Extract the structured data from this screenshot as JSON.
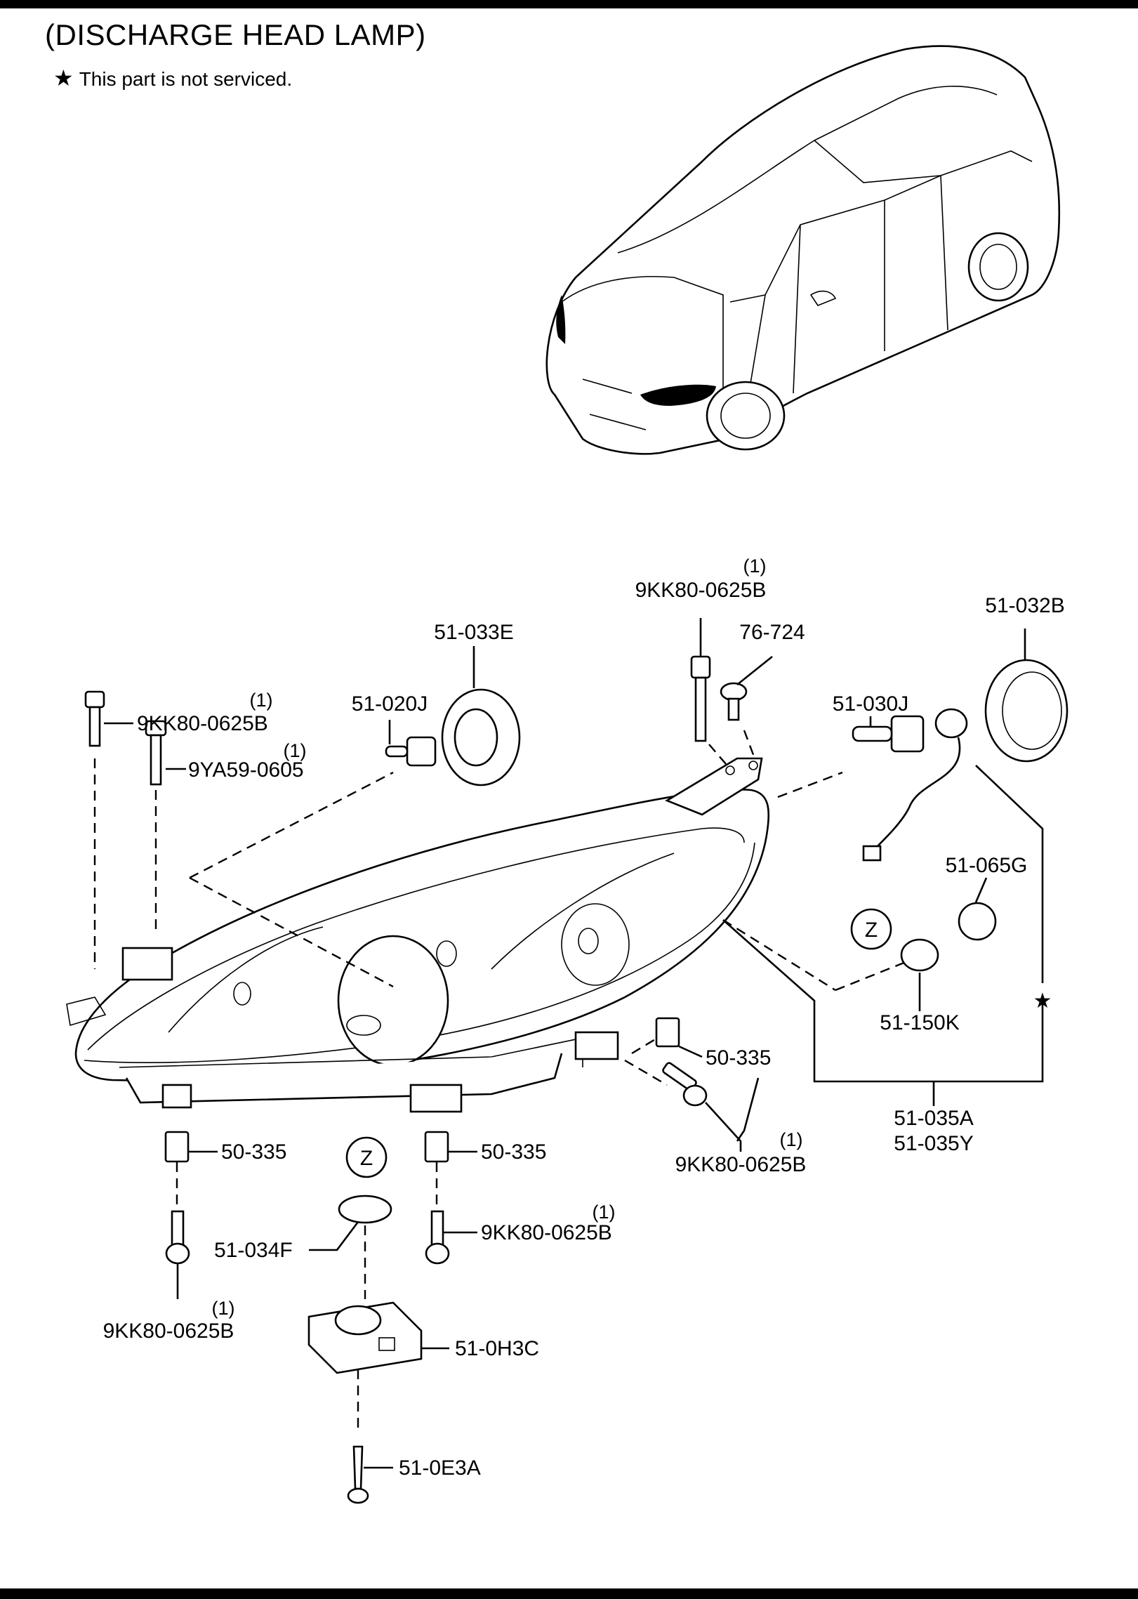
{
  "header": {
    "title": "(DISCHARGE HEAD LAMP)",
    "note_symbol": "★",
    "note_text": "This part is not serviced."
  },
  "ref_marker": "Z",
  "star_symbol": "★",
  "callouts": {
    "bolt_top_center": {
      "part": "9KK80-0625B",
      "qty": "(1)"
    },
    "bolt_top_left": {
      "part": "9KK80-0625B",
      "qty": "(1)"
    },
    "screw_top_left": {
      "part": "9YA59-0605",
      "qty": "(1)"
    },
    "bolt_right": {
      "part": "9KK80-0625B",
      "qty": "(1)"
    },
    "bolt_bottom_center": {
      "part": "9KK80-0625B",
      "qty": "(1)"
    },
    "bolt_bottom_left": {
      "part": "9KK80-0625B",
      "qty": "(1)"
    },
    "seal": "51-033E",
    "clip_top": "76-724",
    "cap": "51-032B",
    "bulb_low": "51-020J",
    "bulb_high": "51-030J",
    "socket": "51-065G",
    "bulb_turn": "51-150K",
    "nut_right": "50-335",
    "nut_left": "50-335",
    "nut_center": "50-335",
    "assembly_a": "51-035A",
    "assembly_y": "51-035Y",
    "o_ring": "51-034F",
    "ballast": "51-0H3C",
    "screw_bottom": "51-0E3A"
  }
}
